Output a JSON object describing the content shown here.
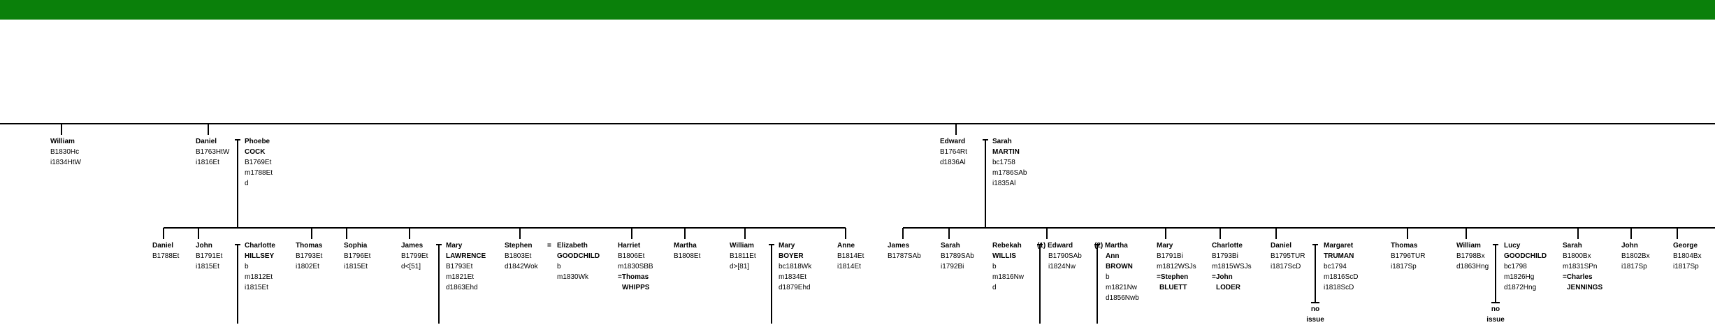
{
  "persons": [
    {
      "id": "william-1830",
      "first": "William",
      "lines": [
        "B1830Hc",
        "i1834HtW"
      ]
    },
    {
      "id": "daniel-1763",
      "first": "Daniel",
      "lines": [
        "B1763HtW",
        "i1816Et"
      ]
    },
    {
      "id": "phoebe-cock",
      "first": "Phoebe",
      "last": "COCK",
      "lines": [
        "B1769Et",
        "m1788Et",
        "d"
      ]
    },
    {
      "id": "edward-1764",
      "first": "Edward",
      "lines": [
        "B1764Rt",
        "d1836Al"
      ]
    },
    {
      "id": "sarah-martin",
      "first": "Sarah",
      "last": "MARTIN",
      "lines": [
        "bc1758",
        "m1786SAb",
        "i1835Al"
      ]
    },
    {
      "id": "daniel-1788",
      "first": "Daniel",
      "lines": [
        "B1788Et"
      ]
    },
    {
      "id": "john-1791",
      "first": "John",
      "lines": [
        "B1791Et",
        "i1815Et"
      ]
    },
    {
      "id": "charlotte-hillsey",
      "first": "Charlotte",
      "last": "HILLSEY",
      "lines": [
        "b",
        "m1812Et",
        "i1815Et"
      ]
    },
    {
      "id": "thomas-1793",
      "first": "Thomas",
      "lines": [
        "B1793Et",
        "i1802Et"
      ]
    },
    {
      "id": "sophia-1796",
      "first": "Sophia",
      "lines": [
        "B1796Et",
        "i1815Et"
      ]
    },
    {
      "id": "james-1799",
      "first": "James",
      "lines": [
        "B1799Et",
        "d<[51]"
      ]
    },
    {
      "id": "mary-lawrence",
      "first": "Mary",
      "last": "LAWRENCE",
      "lines": [
        "B1793Et",
        "m1821Et",
        "d1863Ehd"
      ]
    },
    {
      "id": "stephen-1803",
      "first": "Stephen",
      "lines": [
        "B1803Et",
        "d1842Wok"
      ]
    },
    {
      "id": "elizabeth-goodchild",
      "first": "Elizabeth",
      "last": "GOODCHILD",
      "lines": [
        "b",
        "m1830Wk"
      ]
    },
    {
      "id": "harriet-1806",
      "first": "Harriet",
      "lines": [
        "B1806Et",
        "m1830SBB"
      ],
      "spouse": [
        "=Thomas",
        "WHIPPS"
      ]
    },
    {
      "id": "martha-1808",
      "first": "Martha",
      "lines": [
        "B1808Et"
      ]
    },
    {
      "id": "william-1811",
      "first": "William",
      "lines": [
        "B1811Et",
        "d>[81]"
      ]
    },
    {
      "id": "mary-boyer",
      "first": "Mary",
      "last": "BOYER",
      "lines": [
        "bc1818Wk",
        "m1834Et",
        "d1879Ehd"
      ]
    },
    {
      "id": "anne-1814",
      "first": "Anne",
      "lines": [
        "B1814Et",
        "i1814Et"
      ]
    },
    {
      "id": "james-1787",
      "first": "James",
      "lines": [
        "B1787SAb"
      ]
    },
    {
      "id": "sarah-1789",
      "first": "Sarah",
      "lines": [
        "B1789SAb",
        "i1792Bi"
      ]
    },
    {
      "id": "rebekah-willis",
      "first": "Rebekah",
      "last": "WILLIS",
      "lines": [
        "b",
        "m1816Nw",
        "d"
      ]
    },
    {
      "id": "edward-1790",
      "first": "(1) Edward",
      "lines": [
        "B1790SAb",
        "i1824Nw"
      ]
    },
    {
      "id": "martha-ann-brown",
      "first": "(2) Martha",
      "last": "Ann",
      "lines": [],
      "extra_bold": "BROWN",
      "after": [
        "b",
        "m1821Nw",
        "d1856Nwb"
      ]
    },
    {
      "id": "mary-1791",
      "first": "Mary",
      "lines": [
        "B1791Bi",
        "m1812WSJs"
      ],
      "spouse": [
        "=Stephen",
        "BLUETT"
      ]
    },
    {
      "id": "charlotte-1793",
      "first": "Charlotte",
      "lines": [
        "B1793Bi",
        "m1815WSJs"
      ],
      "spouse": [
        "=John",
        "LODER"
      ]
    },
    {
      "id": "daniel-1795",
      "first": "Daniel",
      "lines": [
        "B1795TUR",
        "i1817ScD"
      ]
    },
    {
      "id": "margaret-truman",
      "first": "Margaret",
      "last": "TRUMAN",
      "lines": [
        "bc1794",
        "m1816ScD",
        "i1818ScD"
      ]
    },
    {
      "id": "thomas-1796",
      "first": "Thomas",
      "lines": [
        "B1796TUR",
        "i1817Sp"
      ]
    },
    {
      "id": "william-1798",
      "first": "William",
      "lines": [
        "B1798Bx",
        "d1863Hng"
      ]
    },
    {
      "id": "lucy-goodchild",
      "first": "Lucy",
      "last": "GOODCHILD",
      "lines": [
        "bc1798",
        "m1826Hg",
        "d1872Hng"
      ]
    },
    {
      "id": "sarah-1800",
      "first": "Sarah",
      "lines": [
        "B1800Bx",
        "m1831SPn"
      ],
      "spouse": [
        "=Charles",
        "JENNINGS"
      ]
    },
    {
      "id": "john-1802",
      "first": "John",
      "lines": [
        "B1802Bx",
        "i1817Sp"
      ]
    },
    {
      "id": "george-1804",
      "first": "George",
      "lines": [
        "B1804Bx",
        "i1817Sp"
      ]
    }
  ],
  "equals_sign": "=",
  "no_issue": [
    "no",
    "issue"
  ],
  "colors": {
    "banner": "#0a800a",
    "line": "#000000",
    "text": "#000000"
  }
}
